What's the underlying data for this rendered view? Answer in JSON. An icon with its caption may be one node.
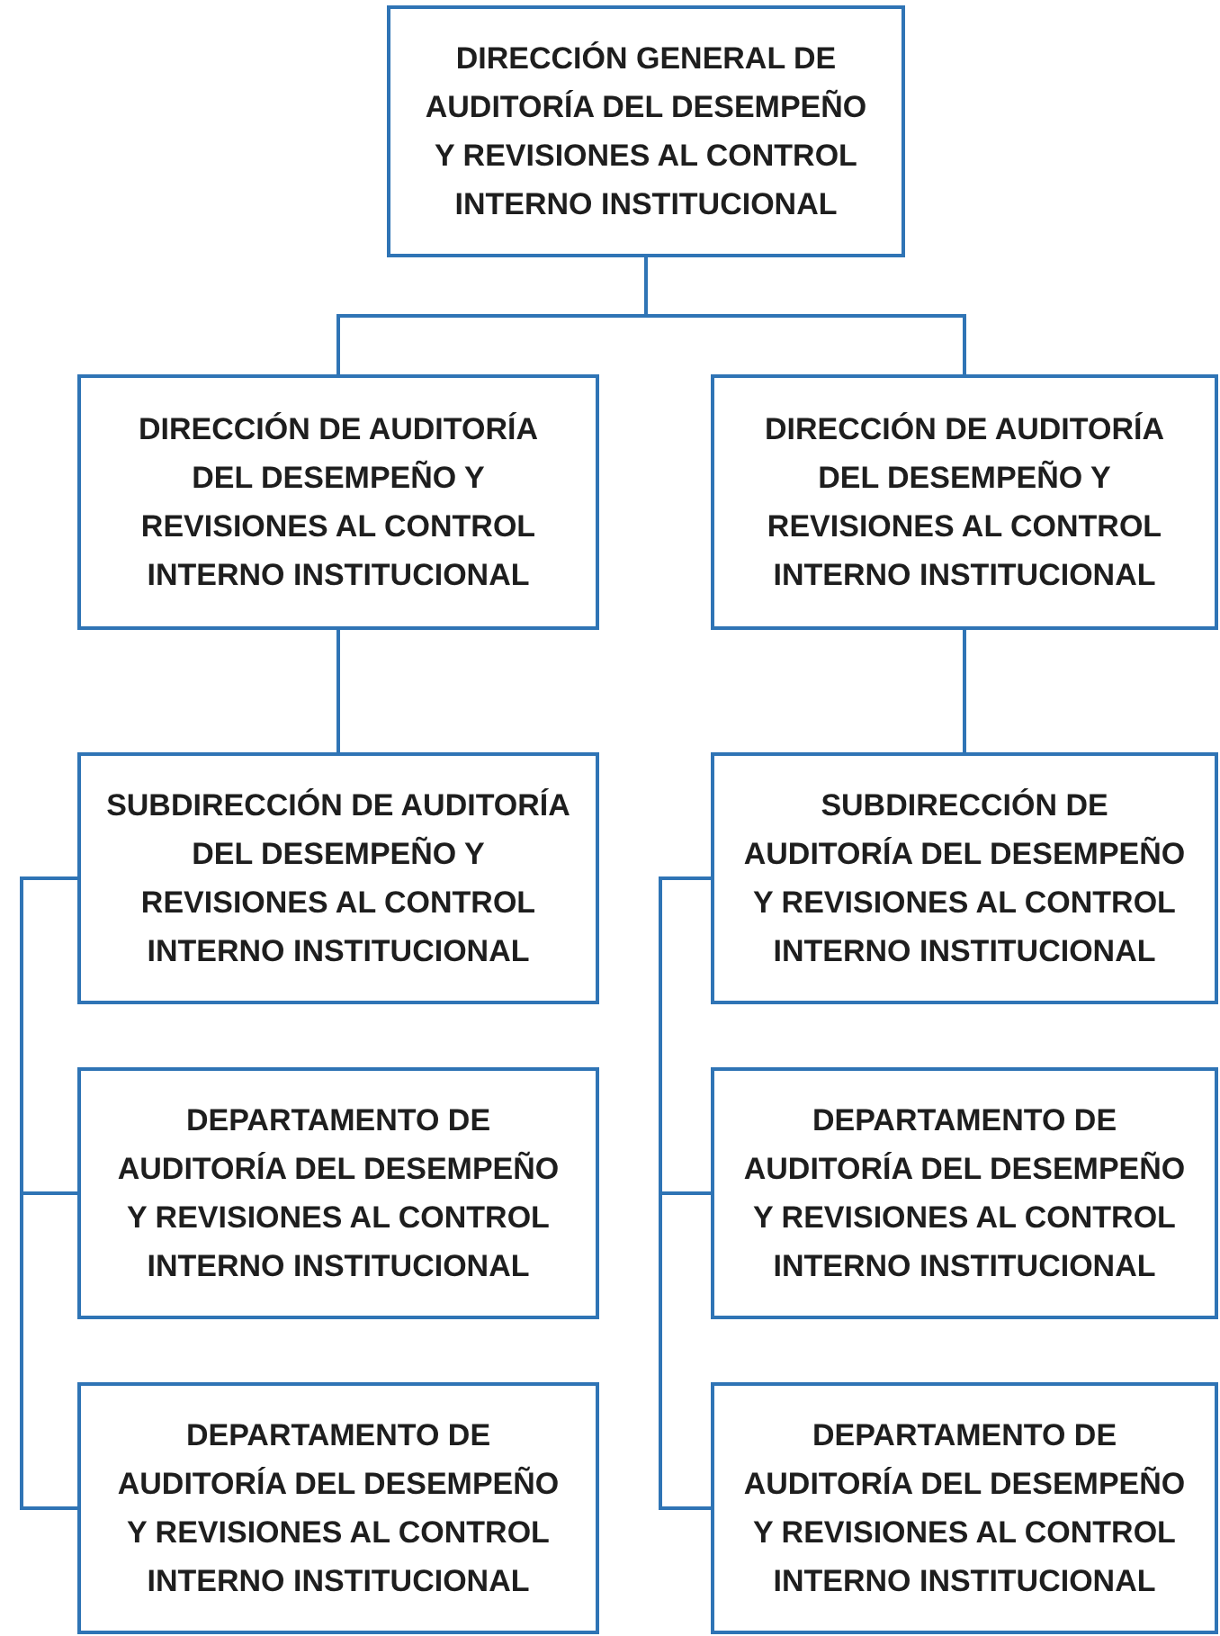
{
  "diagram": {
    "nodes": [
      {
        "text": [
          "DIRECCIÓN GENERAL DE AUDITORÍA DEL DESEMPEÑO Y REVISIONES AL CONTROL INTERNO INSTITUCIONAL"
        ]
      },
      {
        "text": [
          "DIRECCIÓN DE AUDITORÍA DEL DESEMPEÑO Y REVISIONES AL CONTROL INTERNO INSTITUCIONAL"
        ]
      },
      {
        "text": [
          "DIRECCIÓN DE AUDITORÍA DEL DESEMPEÑO Y REVISIONES AL CONTROL INTERNO INSTITUCIONAL"
        ]
      },
      {
        "text": [
          "SUBDIRECCIÓN DE AUDITORÍA DEL DESEMPEÑO Y REVISIONES AL CONTROL INTERNO INSTITUCIONAL"
        ]
      },
      {
        "text": [
          "SUBDIRECCIÓN DE AUDITORÍA DEL DESEMPEÑO Y REVISIONES AL CONTROL INTERNO INSTITUCIONAL"
        ]
      },
      {
        "text": [
          "DEPARTAMENTO DE AUDITORÍA DEL DESEMPEÑO Y REVISIONES AL CONTROL INTERNO INSTITUCIONAL"
        ]
      },
      {
        "text": [
          "DEPARTAMENTO DE AUDITORÍA DEL DESEMPEÑO Y REVISIONES AL CONTROL INTERNO INSTITUCIONAL"
        ]
      },
      {
        "text": [
          "DEPARTAMENTO DE AUDITORÍA DEL DESEMPEÑO Y REVISIONES AL CONTROL INTERNO INSTITUCIONAL"
        ]
      },
      {
        "text": [
          "DEPARTAMENTO DE AUDITORÍA DEL DESEMPEÑO Y REVISIONES AL CONTROL INTERNO INSTITUCIONAL"
        ]
      }
    ],
    "edges": [
      {
        "from": 0,
        "to": 1,
        "arrow": "none"
      },
      {
        "from": 0,
        "to": 2,
        "arrow": "none"
      },
      {
        "from": 1,
        "to": 3,
        "arrow": "none"
      },
      {
        "from": 2,
        "to": 4,
        "arrow": "none"
      },
      {
        "from": 3,
        "to": 5,
        "arrow": "none"
      },
      {
        "from": 3,
        "to": 7,
        "arrow": "none"
      },
      {
        "from": 4,
        "to": 6,
        "arrow": "none"
      },
      {
        "from": 4,
        "to": 8,
        "arrow": "none"
      }
    ]
  }
}
